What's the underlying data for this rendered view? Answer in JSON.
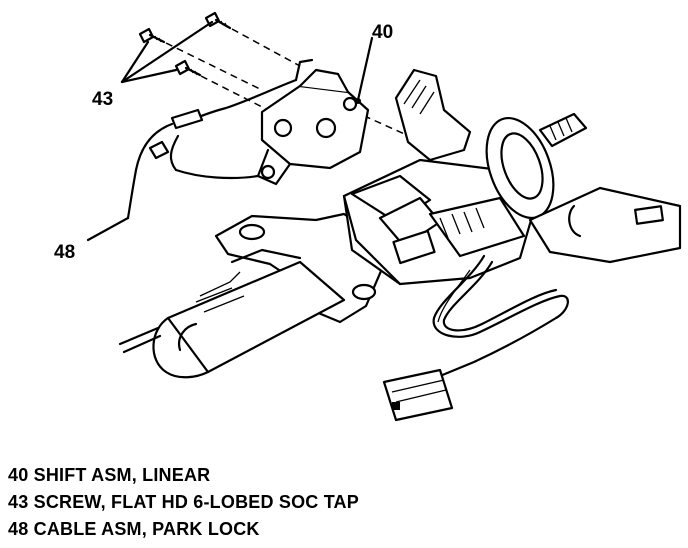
{
  "callouts": {
    "shift_asm": "40",
    "screw": "43",
    "cable_asm": "48"
  },
  "legend": [
    "40 SHIFT ASM, LINEAR",
    "43 SCREW, FLAT HD 6-LOBED SOC TAP",
    "48 CABLE ASM, PARK LOCK"
  ]
}
